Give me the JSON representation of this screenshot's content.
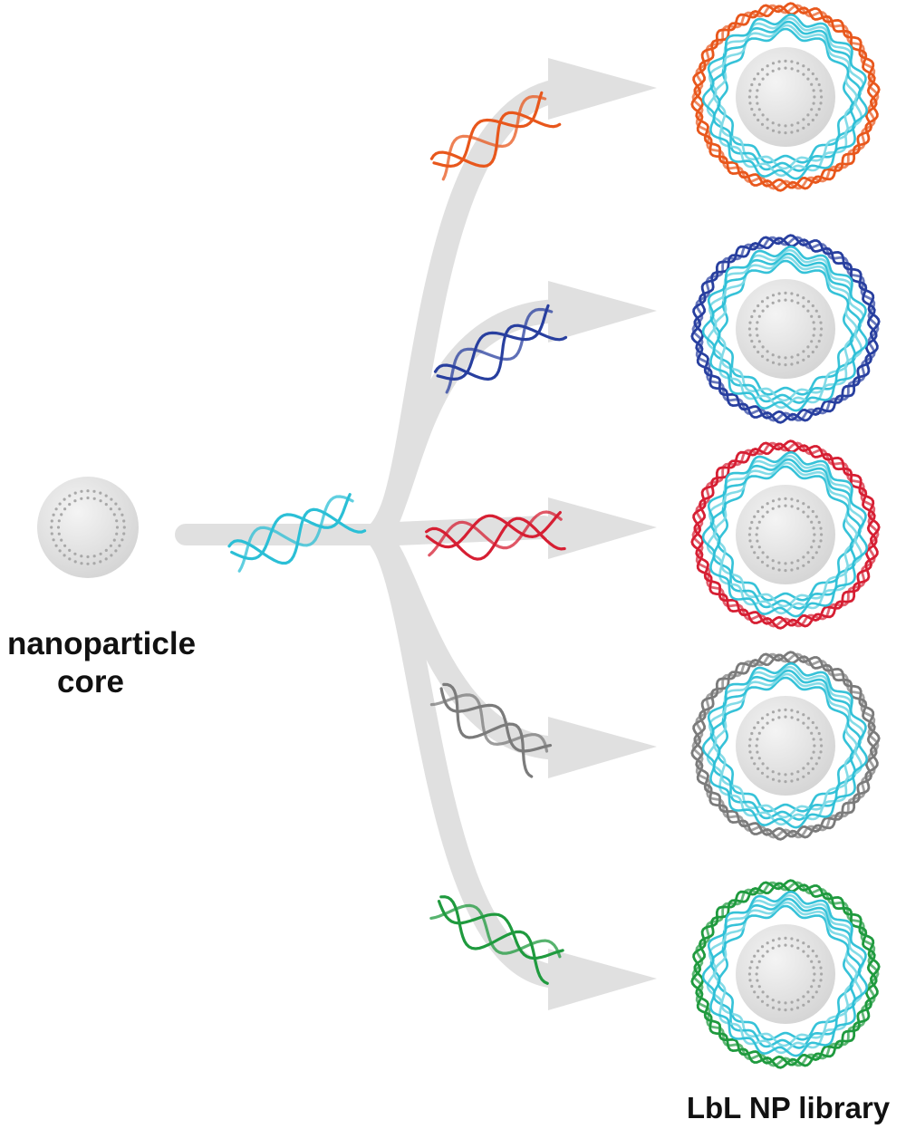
{
  "labels": {
    "core_line1": "nanoparticle",
    "core_line2": "core",
    "library": "LbL NP library"
  },
  "colors": {
    "arrow": "#e0e0e0",
    "core_fill": "#e2e2e2",
    "core_dots": "#a8a8a8",
    "base_layer": "#2bbfd6",
    "base_layer_light": "#7dd9e6"
  },
  "branches": [
    {
      "name": "orange",
      "color": "#e8571c"
    },
    {
      "name": "blue",
      "color": "#283f9f"
    },
    {
      "name": "red",
      "color": "#d61f33"
    },
    {
      "name": "gray",
      "color": "#7b7b7b"
    },
    {
      "name": "green",
      "color": "#1f9a3e"
    }
  ]
}
